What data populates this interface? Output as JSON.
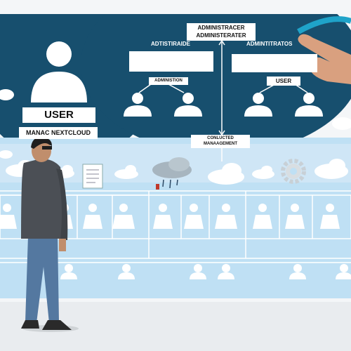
{
  "panel": {
    "user_label": "USER",
    "app_label": "MANAC NEXTCLOUD",
    "admin_heading_left": "ADMINISTRACER",
    "admin_heading_left_2": "ADMINISTERATER",
    "admin_tab_left": "ADTISTIRAIDE",
    "admin_tab_right": "ADMINTITRATOS",
    "role_admin_label": "ADMINISTION",
    "role_user_label": "USER",
    "management_label_1": "CONLUCTED",
    "management_label_2": "MANAAGEMENT"
  },
  "colors": {
    "panel_dark": "#174f6e",
    "panel_mid": "#1d5f80",
    "band_light": "#cfe6f6",
    "board_bg": "#bfe0f4",
    "accent_teal": "#1fa3c9"
  },
  "icons": [
    "user-silhouette-icon",
    "cloud-icon",
    "gear-icon",
    "document-icon",
    "rain-cloud-icon",
    "pointing-hand-icon"
  ]
}
